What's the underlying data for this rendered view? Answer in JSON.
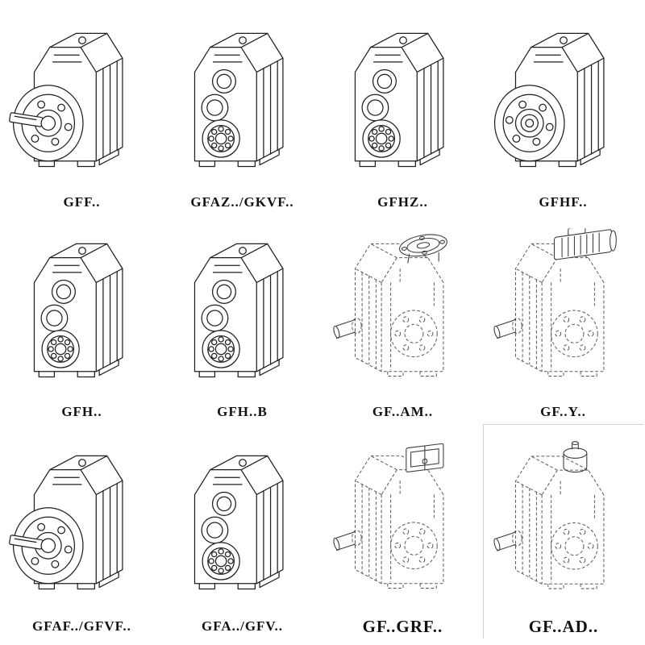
{
  "page": {
    "background": "#ffffff"
  },
  "colors": {
    "line": "#1f1f1f",
    "dashed": "#5a5a5a",
    "accent": "#3a3a3a"
  },
  "grid": {
    "rows": 3,
    "cols": 4,
    "items": [
      {
        "label": "GFF..",
        "variant": "flange-mounted"
      },
      {
        "label": "GFAZ../GKVF..",
        "variant": "shaft-mounted"
      },
      {
        "label": "GFHZ..",
        "variant": "hollow-shaft"
      },
      {
        "label": "GFHF..",
        "variant": "flange-hollow"
      },
      {
        "label": "GFH..",
        "variant": "hollow-shaft"
      },
      {
        "label": "GFH..B",
        "variant": "hollow-shaft-b"
      },
      {
        "label": "GF..AM..",
        "variant": "adapter-am"
      },
      {
        "label": "GF..Y..",
        "variant": "integral-motor"
      },
      {
        "label": "GFAF../GFVF..",
        "variant": "flange-mounted"
      },
      {
        "label": "GFA../GFV..",
        "variant": "shaft-mounted"
      },
      {
        "label": "GF..GRF..",
        "variant": "adapter-grf"
      },
      {
        "label": "GF..AD..",
        "variant": "adapter-ad"
      }
    ]
  }
}
